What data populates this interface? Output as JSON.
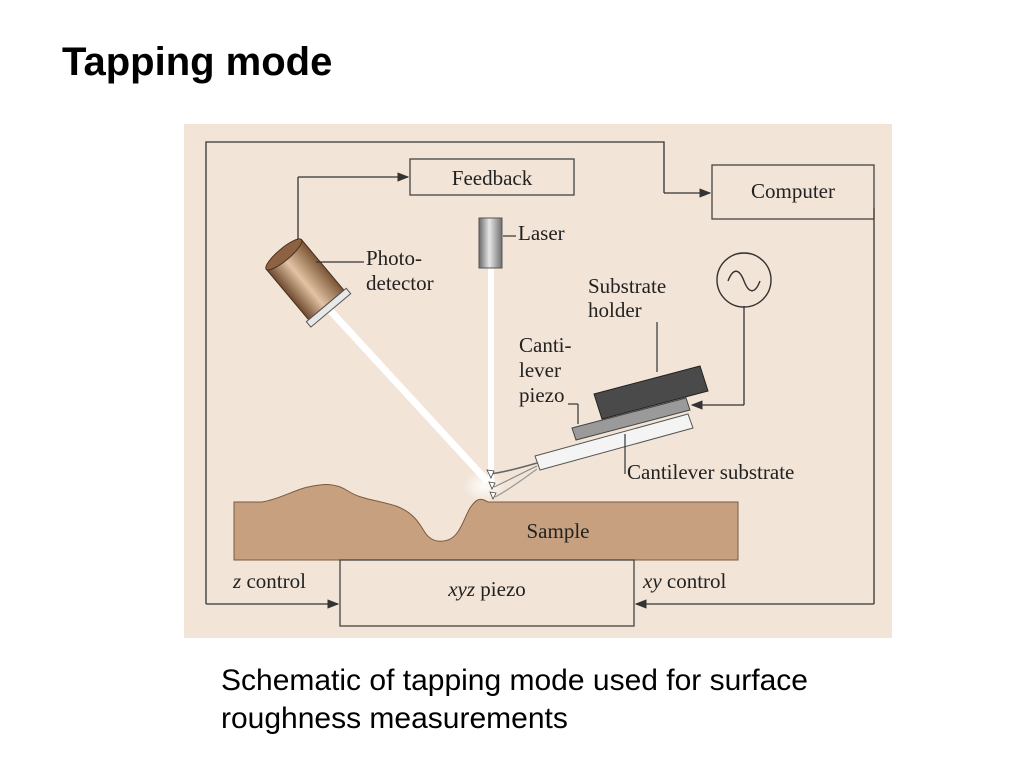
{
  "title": "Tapping mode",
  "caption": "Schematic of tapping mode used for  surface roughness measurements",
  "colors": {
    "panel_bg": "#f2e4d6",
    "sample": "#c6a07f",
    "line": "#333333",
    "box_border": "#444444",
    "substrate_holder": "#4a4a4a",
    "cantilever_piezo": "#9a9a9a"
  },
  "diagram": {
    "feedback": "Feedback",
    "computer": "Computer",
    "laser": "Laser",
    "photodetector": [
      "Photo-",
      "detector"
    ],
    "substrate_holder": [
      "Substrate",
      "holder"
    ],
    "cantilever_piezo": [
      "Canti-",
      "lever",
      "piezo"
    ],
    "cantilever_substrate": "Cantilever substrate",
    "sample": "Sample",
    "xyz_piezo": {
      "italic": "xyz",
      "rest": " piezo"
    },
    "z_control": {
      "italic": "z",
      "rest": " control"
    },
    "xy_control": {
      "italic": "xy",
      "rest": " control"
    },
    "oscillator_icon": "sine-wave-oscillator-icon"
  }
}
